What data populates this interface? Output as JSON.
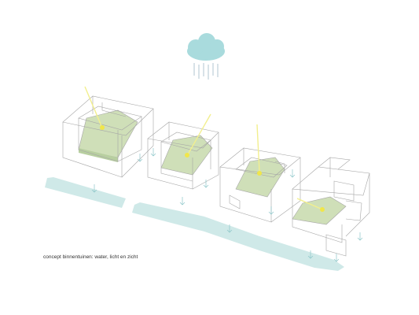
{
  "caption": "concept binnentuinen: water, licht en zicht",
  "colors": {
    "background": "#ffffff",
    "line": "#a6a6a6",
    "water": "#cfe9e8",
    "cloud": "#a9dbdd",
    "rain": "#9fb7c6",
    "sunray": "#f2ef8e",
    "sunspot": "#f0e64a",
    "garden": "#cfdfb8",
    "drip_arrow": "#8cc6c9",
    "caption_text": "#333333"
  },
  "elements": {
    "cloud": "rain-cloud",
    "buildings": [
      "building-1",
      "building-2",
      "building-3",
      "building-4"
    ],
    "streams": [
      "water-stream-left",
      "water-stream-right"
    ]
  }
}
